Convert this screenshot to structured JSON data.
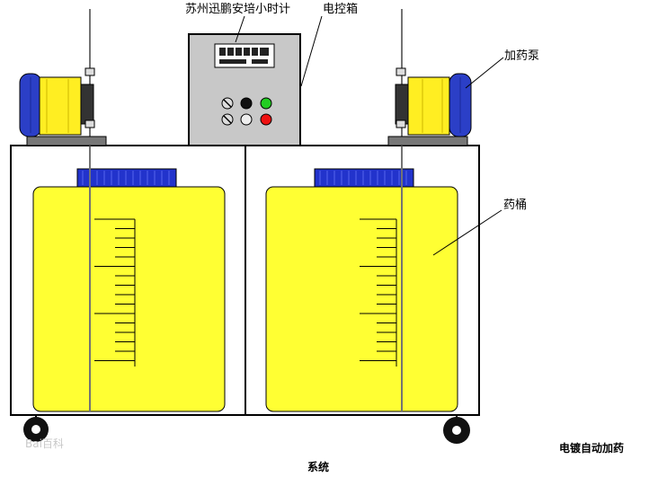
{
  "labels": {
    "timer": "苏州迅鹏安培小时计",
    "control_box": "电控箱",
    "dosing_pump": "加药泵",
    "chemical_tank": "药桶"
  },
  "caption": {
    "line1": "电镀自动加药",
    "line2": "系统"
  },
  "watermark": "Bai百科",
  "colors": {
    "tank_yellow": "#ffff33",
    "pump_blue": "#2b3fc7",
    "pump_yellow": "#ffee22",
    "cap_blue": "#2233cc",
    "box_gray": "#c8c8c8",
    "button_green": "#22cc22",
    "button_red": "#ee1111",
    "button_black": "#111111"
  }
}
